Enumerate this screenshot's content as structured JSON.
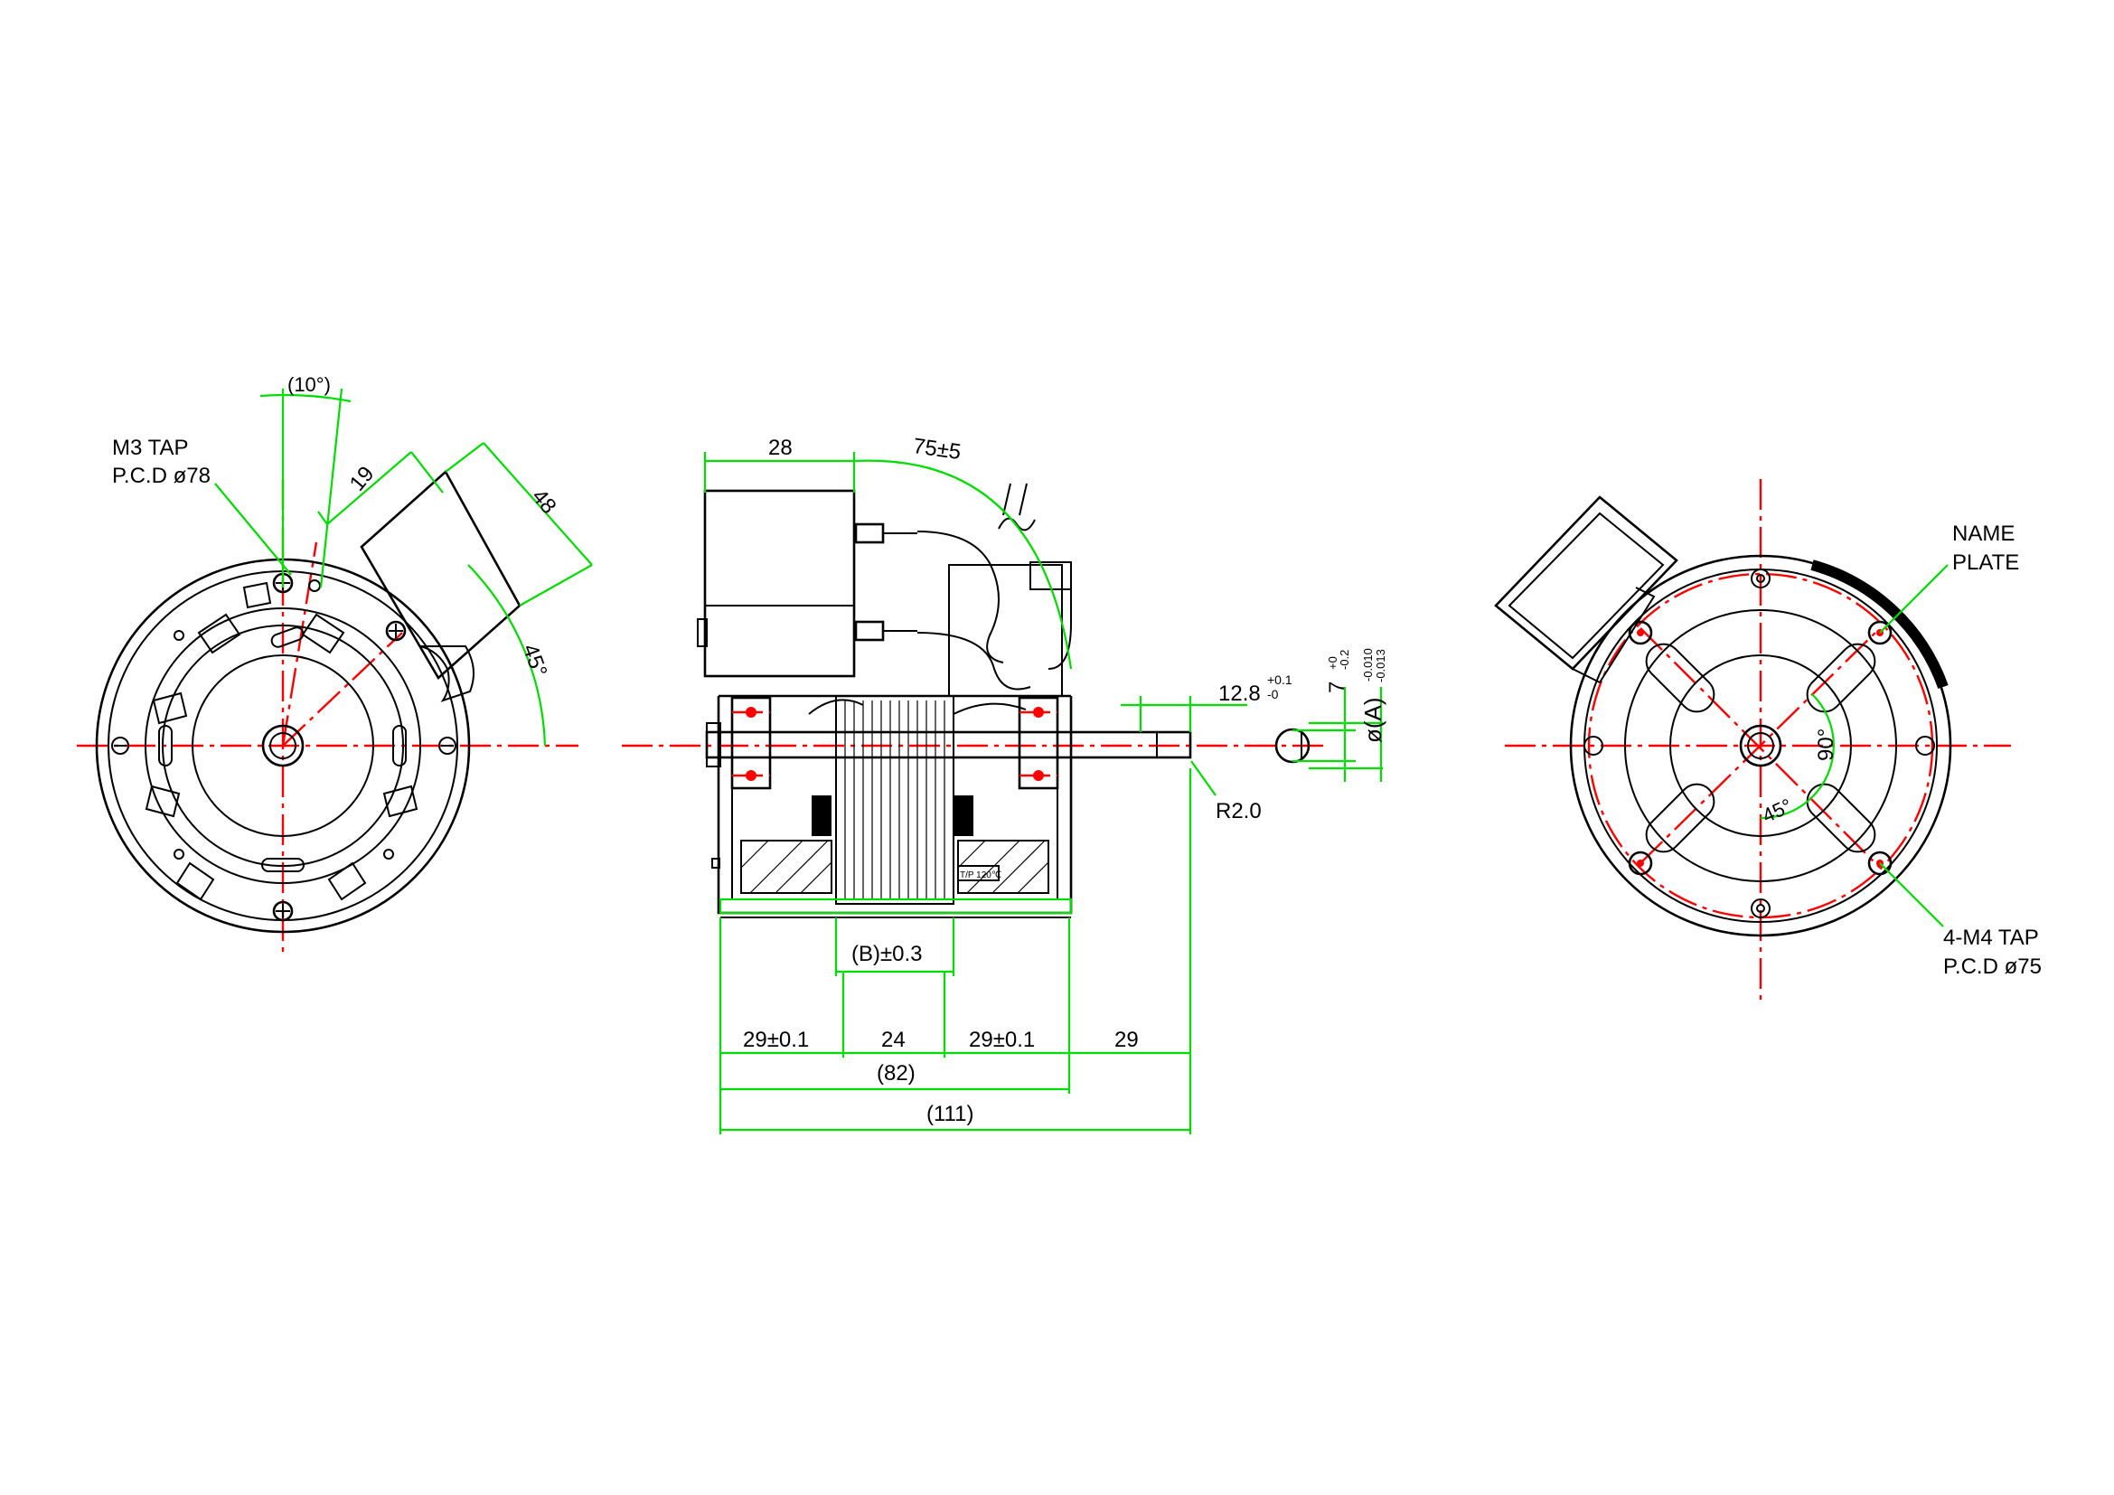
{
  "labels": {
    "m3_tap": "M3 TAP",
    "m3_pcd": "P.C.D ø78",
    "angle_10": "(10°)",
    "dim_19": "19",
    "dim_48": "48",
    "angle_45_left": "45°",
    "dim_28": "28",
    "dim_75": "75±5",
    "dim_12_8": "12.8",
    "dim_12_8_tol_upper": "+0.1",
    "dim_12_8_tol_lower": "-0",
    "dim_7": "7",
    "dim_7_tol_upper": "+0",
    "dim_7_tol_lower": "-0.2",
    "dim_phi_a": "ø(A)",
    "dim_phi_a_tol_upper": "-0.010",
    "dim_phi_a_tol_lower": "-0.013",
    "r2_0": "R2.0",
    "dim_b": "(B)±0.3",
    "dim_29a": "29±0.1",
    "dim_24": "24",
    "dim_29b": "29±0.1",
    "dim_29c": "29",
    "dim_82": "(82)",
    "dim_111": "(111)",
    "tp_label": "T/P 120℃",
    "name_plate_1": "NAME",
    "name_plate_2": "PLATE",
    "angle_90": "90°",
    "angle_45_right": "45°",
    "m4_tap": "4-M4 TAP",
    "m4_pcd": "P.C.D ø75"
  }
}
